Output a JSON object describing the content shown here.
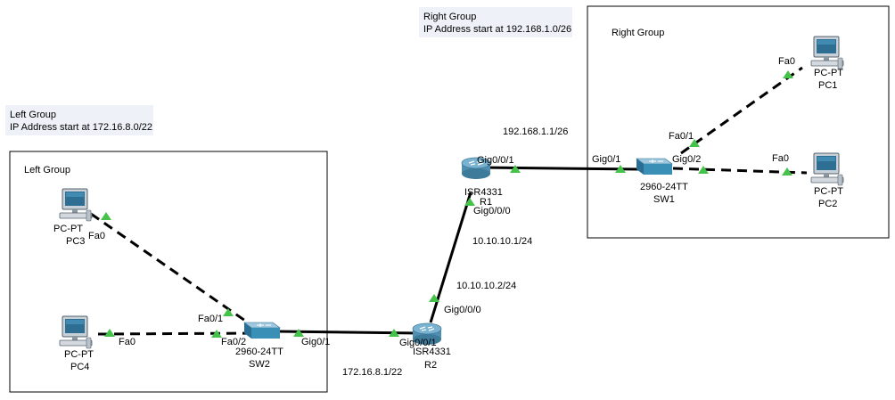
{
  "notes": {
    "right": {
      "title": "Right Group",
      "subtitle": "IP Address start at 192.168.1.0/26"
    },
    "left": {
      "title": "Left Group",
      "subtitle": "IP Address start at 172.16.8.0/22"
    }
  },
  "areas": {
    "right": "Right Group",
    "left": "Left Group"
  },
  "devices": {
    "r1": {
      "model": "ISR4331",
      "name": "R1"
    },
    "r2": {
      "model": "ISR4331",
      "name": "R2"
    },
    "sw1": {
      "model": "2960-24TT",
      "name": "SW1"
    },
    "sw2": {
      "model": "2960-24TT",
      "name": "SW2"
    },
    "pc1": {
      "model": "PC-PT",
      "name": "PC1"
    },
    "pc2": {
      "model": "PC-PT",
      "name": "PC2"
    },
    "pc3": {
      "model": "PC-PT",
      "name": "PC3"
    },
    "pc4": {
      "model": "PC-PT",
      "name": "PC4"
    }
  },
  "ports": {
    "r1_g001": "Gig0/0/1",
    "r1_g000": "Gig0/0/0",
    "r2_g000": "Gig0/0/0",
    "r2_g001": "Gig0/0/1",
    "sw1_g01": "Gig0/1",
    "sw1_g02": "Gig0/2",
    "sw1_fa01": "Fa0/1",
    "pc1_fa0": "Fa0",
    "pc2_fa0": "Fa0",
    "sw2_g01": "Gig0/1",
    "sw2_fa01": "Fa0/1",
    "sw2_fa02": "Fa0/2",
    "pc3_fa0": "Fa0",
    "pc4_fa0": "Fa0"
  },
  "ips": {
    "r1_lan": "192.168.1.1/26",
    "r1_wan": "10.10.10.1/24",
    "r2_wan": "10.10.10.2/24",
    "r2_lan": "172.16.8.1/22"
  },
  "colors": {
    "link_light": "#44c24a",
    "router": "#4f8fb0",
    "switch": "#3a8fb7",
    "monitor_screen": "#2f6e93",
    "note_bg": "#eef2f8"
  }
}
